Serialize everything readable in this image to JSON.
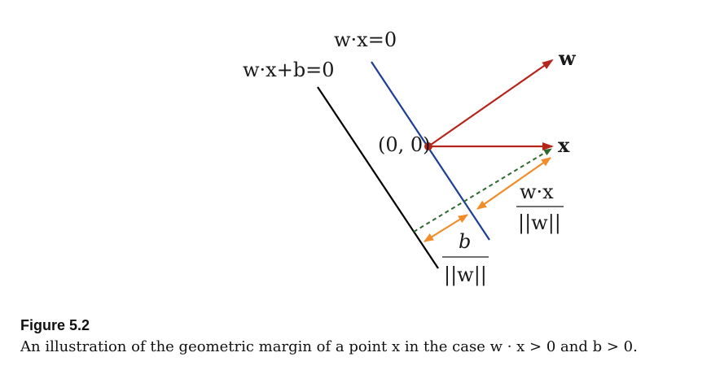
{
  "diagram": {
    "labels": {
      "hyperplane_origin": "w·x=0",
      "hyperplane_offset": "w·x+b=0",
      "origin": "(0, 0)",
      "vector_w": "w",
      "vector_x": "x",
      "projection_numerator": "w·x",
      "projection_denominator": "||w||",
      "offset_numerator": "b",
      "offset_denominator": "||w||"
    },
    "colors": {
      "hyperplane_origin": "#1c3f94",
      "hyperplane_offset": "#000000",
      "vectors": "#b5251b",
      "margin_arrows": "#f28c28",
      "dashed_line": "#2d6a2d"
    }
  },
  "caption": {
    "title": "Figure 5.2",
    "text": "An illustration of the geometric margin of a point x in the case w · x > 0 and b > 0."
  }
}
